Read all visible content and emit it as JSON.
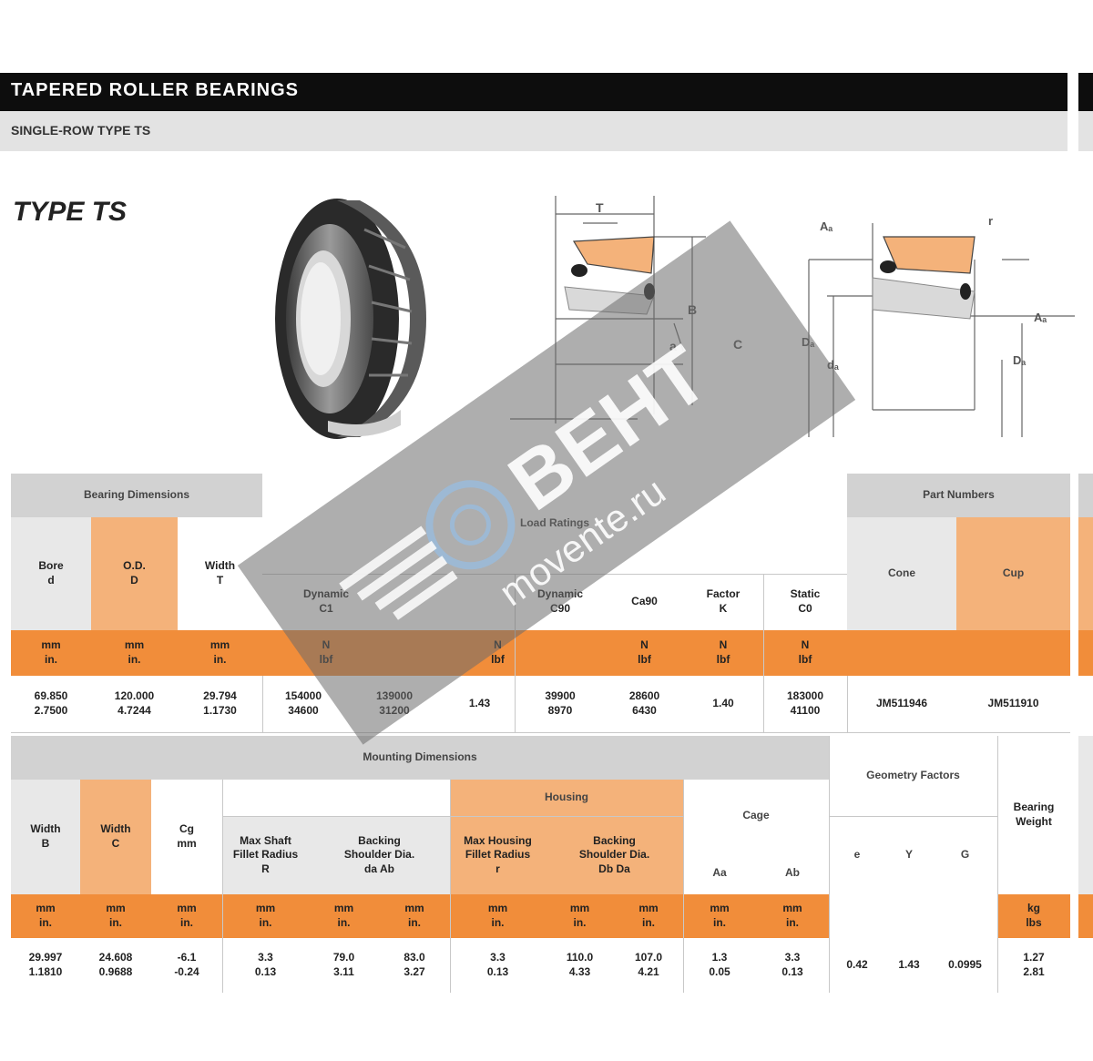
{
  "header": {
    "title": "TAPERED ROLLER BEARINGS",
    "subtitle": "SINGLE-ROW TYPE TS"
  },
  "type_title": "TYPE TS",
  "table1": {
    "group_bearing_dims": "Bearing Dimensions",
    "group_load_ratings": "Load Ratings",
    "group_part_numbers": "Part Numbers",
    "col_bore": "Bore\nd",
    "col_od": "O.D.\nD",
    "col_width": "Width\nT",
    "col_dynamic_c1": "Dynamic\nC1",
    "col_dynamic_e": "",
    "col_dynamic_c90": "Dynamic\nC90",
    "col_dynamic_ca90": "Ca90",
    "col_factor_k": "Factor\nK",
    "col_static_c0": "Static\nC0",
    "col_cone": "Cone",
    "col_cup": "Cup",
    "units": [
      "mm\nin.",
      "mm\nin.",
      "mm\nin.",
      "N\nlbf",
      "N\nlbf",
      "N\nlbf",
      "N\nlbf",
      "N\nlbf"
    ],
    "row": {
      "bore": "69.850\n2.7500",
      "od": "120.000\n4.7244",
      "width": "29.794\n1.1730",
      "c1": "154000\n34600",
      "e": "139000\n31200",
      "y": "1.43",
      "c90": "39900\n8970",
      "ca90": "28600\n6430",
      "k": "1.40",
      "c0": "183000\n41100",
      "cone": "JM511946",
      "cup": "JM511910"
    }
  },
  "table2": {
    "group_mounting": "Mounting Dimensions",
    "group_geometry": "Geometry Factors",
    "col_width_b": "Width\nB",
    "col_width_c": "Width\nC",
    "col_cg": "Cg\nmm",
    "col_backing_cone": "Max Shaft\nFillet Radius\nR",
    "col_backing_shoulder": "Backing\nShoulder Dia.\nda   Ab",
    "col_cup_fillet": "Max Housing\nFillet Radius\nr",
    "col_cup_shoulder": "Backing\nShoulder Dia.\nDb   Da",
    "group_cup": "Housing",
    "col_cage": "Cage",
    "col_cage_a": "Aa",
    "col_cage_b": "Ab",
    "col_e": "e",
    "col_y": "Y",
    "col_g": "G",
    "col_weight": "Bearing\nWeight",
    "unit_row": [
      "mm\nin.",
      "mm\nin.",
      "mm\nin.",
      "mm\nin.",
      "mm\nin.",
      "mm\nin.",
      "mm\nin.",
      "mm\nin.",
      "mm\nin.",
      "mm\nin.",
      "mm\nin.",
      "kg\nlbs"
    ],
    "row": {
      "b": "29.997\n1.1810",
      "c": "24.608\n0.9688",
      "cg": "-6.1\n-0.24",
      "r1": "3.3\n0.13",
      "da": "79.0\n3.11",
      "ab": "83.0\n3.27",
      "r2": "3.3\n0.13",
      "db": "110.0\n4.33",
      "da2": "107.0\n4.21",
      "aa": "1.3\n0.05",
      "ab2": "3.3\n0.13",
      "e": "0.42",
      "y": "1.43",
      "g": "0.0995",
      "weight": "1.27\n2.81"
    }
  },
  "watermark": {
    "brand": "BEHT",
    "site": "movente.ru"
  },
  "colors": {
    "orange_dark": "#f18d3a",
    "orange_light": "#f4b27a",
    "header_black": "#0d0d0d",
    "gray": "#d2d2d2"
  }
}
